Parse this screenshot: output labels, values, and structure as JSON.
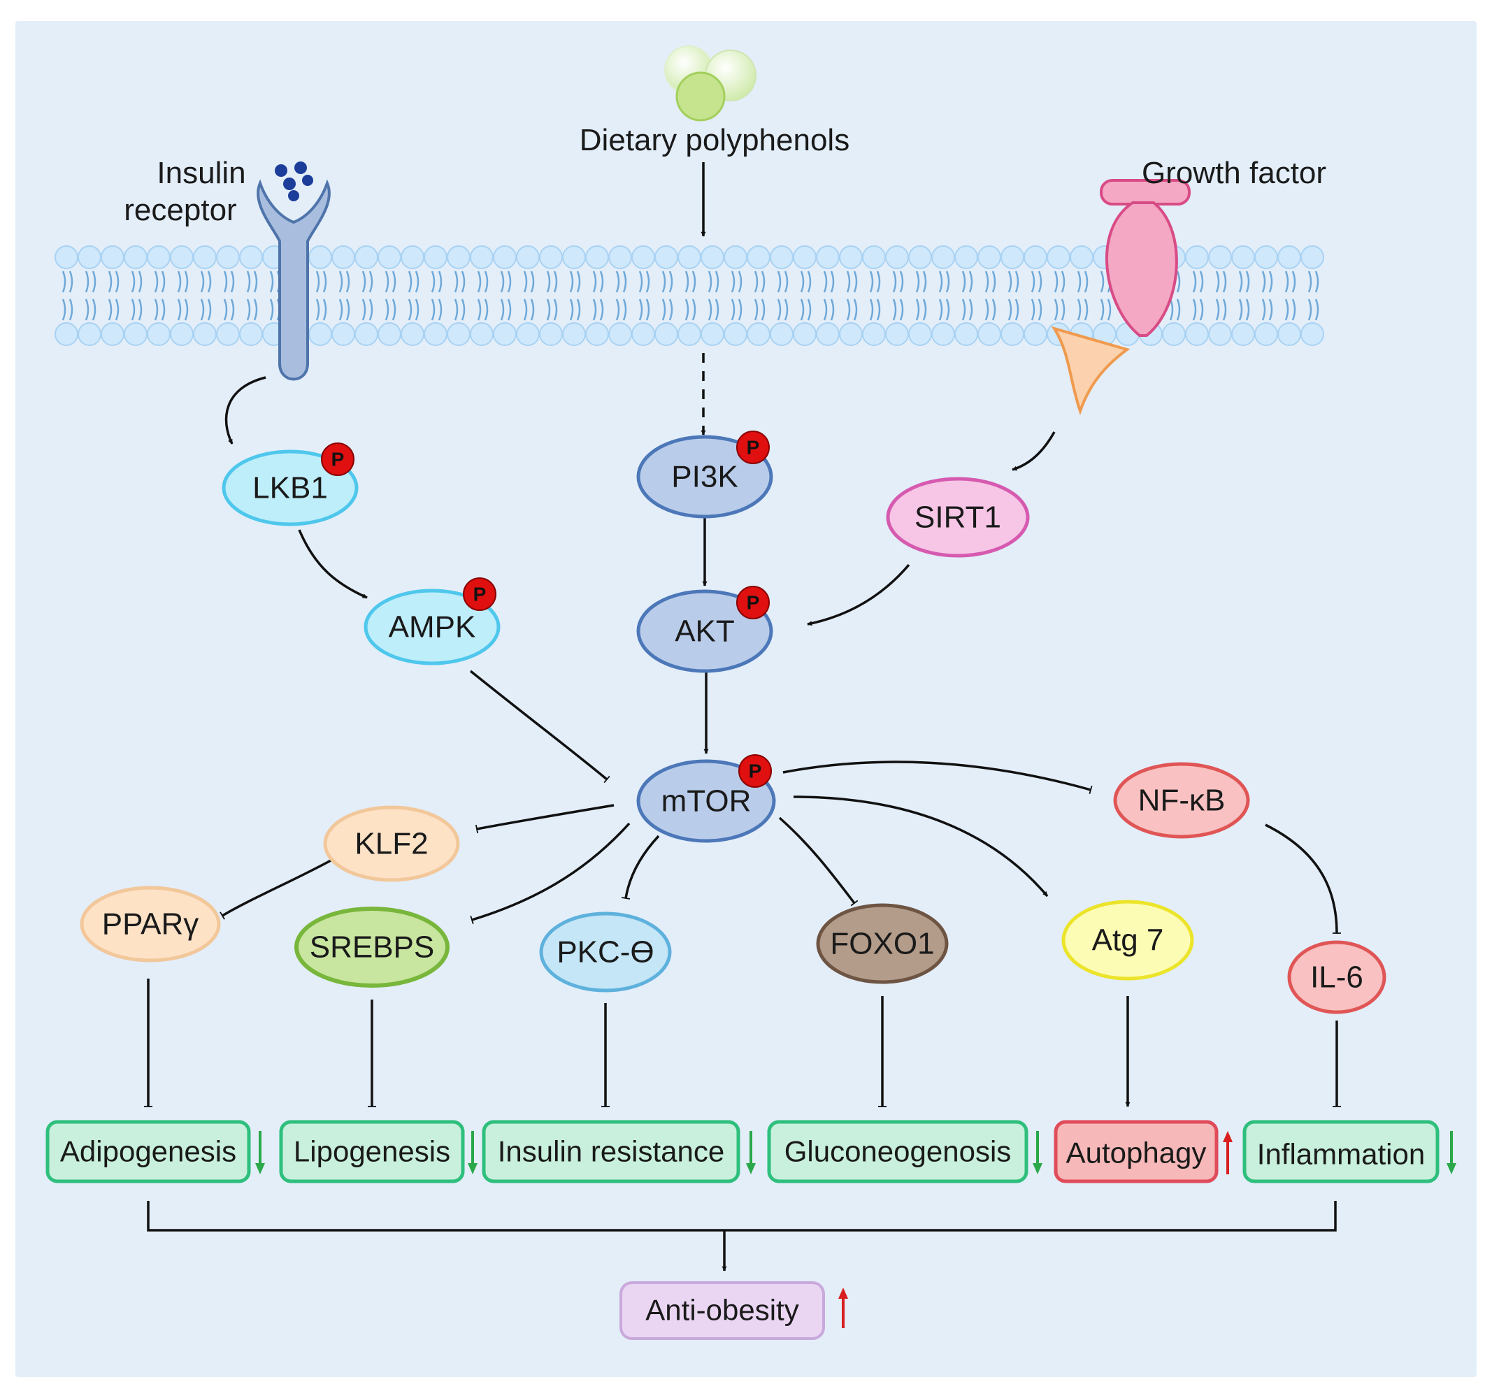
{
  "colors": {
    "background": "#e3eef9",
    "membrane": "#cfe8fb",
    "membrane_line": "#6fa8d8",
    "arrow": "#111111",
    "down_arrow": "#2aa84a",
    "up_arrow": "#d81e1e",
    "phospho": "#e01010"
  },
  "labels": {
    "polyphenols": "Dietary polyphenols",
    "insulin_line1": "Insulin",
    "insulin_line2": "receptor",
    "growth_factor": "Growth factor"
  },
  "nodes": {
    "lkb1": {
      "label": "LKB1",
      "fill": "#bfeefb",
      "stroke": "#4fc7ec",
      "phospho": "P"
    },
    "ampk": {
      "label": "AMPK",
      "fill": "#bfeefb",
      "stroke": "#4fc7ec",
      "phospho": "P"
    },
    "pi3k": {
      "label": "PI3K",
      "fill": "#b9cdea",
      "stroke": "#4c77b8",
      "phospho": "P"
    },
    "akt": {
      "label": "AKT",
      "fill": "#b9cdea",
      "stroke": "#4c77b8",
      "phospho": "P"
    },
    "sirt1": {
      "label": "SIRT1",
      "fill": "#f7c6e6",
      "stroke": "#d65ab0"
    },
    "mtor": {
      "label": "mTOR",
      "fill": "#b9cdea",
      "stroke": "#4c77b8",
      "phospho": "P"
    },
    "klf2": {
      "label": "KLF2",
      "fill": "#fde2c6",
      "stroke": "#f2c79a"
    },
    "ppar": {
      "label": "PPARγ",
      "fill": "#fde2c6",
      "stroke": "#f2c79a"
    },
    "srebps": {
      "label": "SREBPS",
      "fill": "#c9e6a0",
      "stroke": "#78b63c"
    },
    "pkc": {
      "label": "PKC-ϴ",
      "fill": "#c4e6f7",
      "stroke": "#5eb1dc"
    },
    "foxo1": {
      "label": "FOXO1",
      "fill": "#b39c8a",
      "stroke": "#6e5443"
    },
    "atg7": {
      "label": "Atg 7",
      "fill": "#fdfcb4",
      "stroke": "#ebe42a"
    },
    "nfkb": {
      "label": "NF-κB",
      "fill": "#f9c1c1",
      "stroke": "#e05555"
    },
    "il6": {
      "label": "IL-6",
      "fill": "#f9c1c1",
      "stroke": "#e05555"
    }
  },
  "outcomes": [
    {
      "label": "Adipogenesis",
      "direction": "down"
    },
    {
      "label": "Lipogenesis",
      "direction": "down"
    },
    {
      "label": "Insulin resistance",
      "direction": "down"
    },
    {
      "label": "Gluconeogenosis",
      "direction": "down"
    },
    {
      "label": "Autophagy",
      "direction": "up"
    },
    {
      "label": "Inflammation",
      "direction": "down"
    }
  ],
  "final": {
    "label": "Anti-obesity",
    "direction": "up"
  }
}
